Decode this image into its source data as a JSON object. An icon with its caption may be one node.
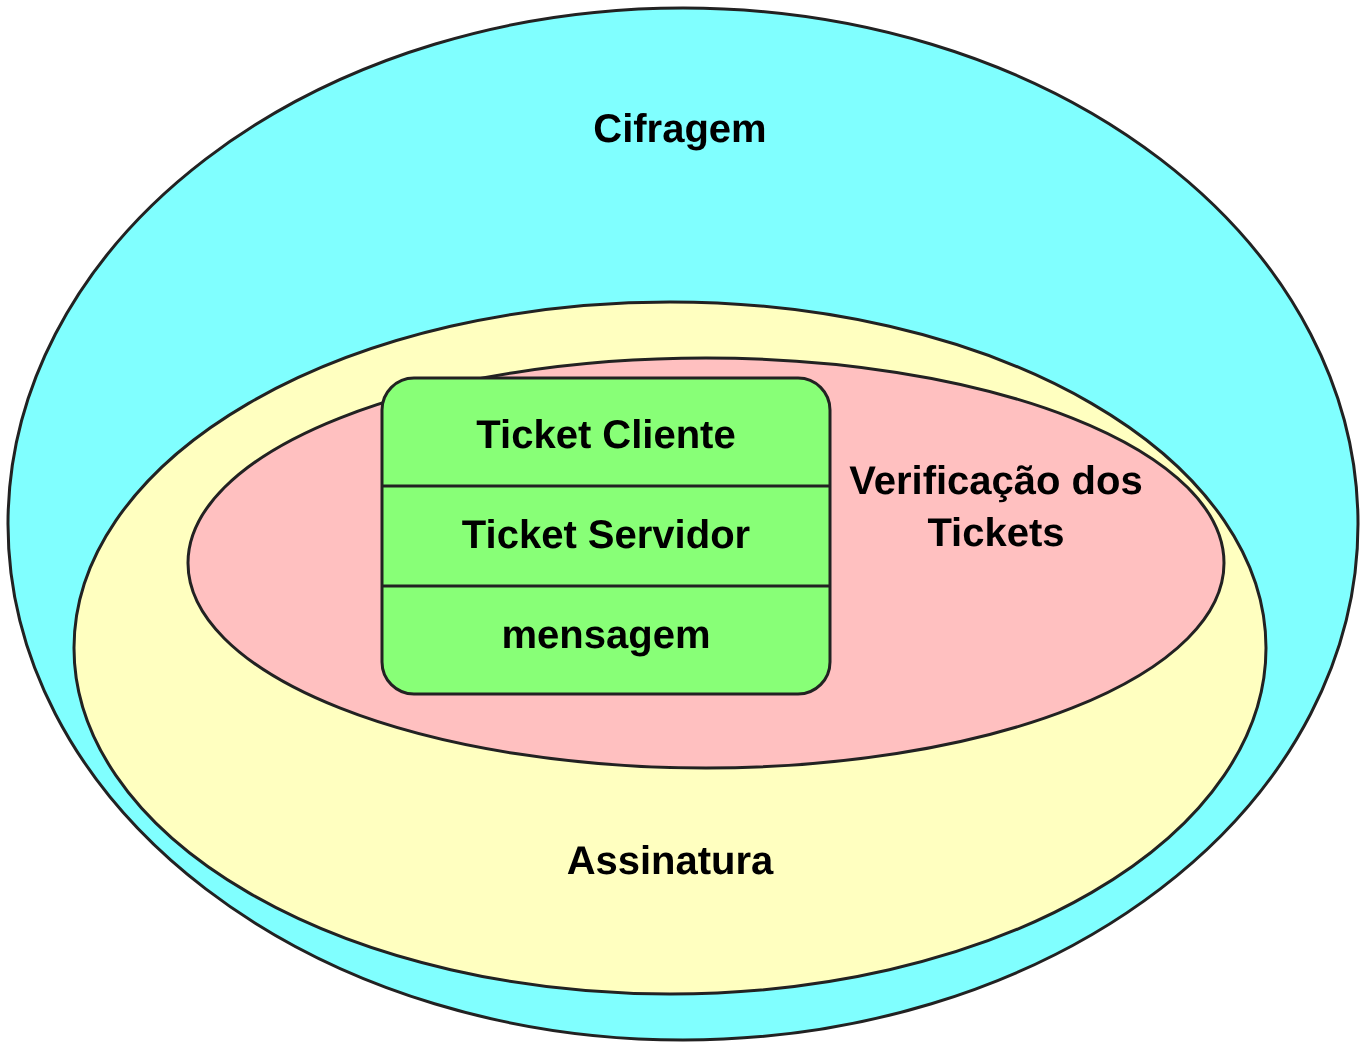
{
  "diagram": {
    "nodes": [
      {
        "text": [
          "Cifragem"
        ]
      },
      {
        "text": [
          "Assinatura"
        ],
        "in": 0
      },
      {
        "text": [
          "Verificação dos Tickets"
        ],
        "in": 1
      },
      {
        "text": [
          "Ticket Cliente",
          "Ticket Servidor",
          "mensagem"
        ],
        "in": 2
      }
    ],
    "edges": []
  }
}
